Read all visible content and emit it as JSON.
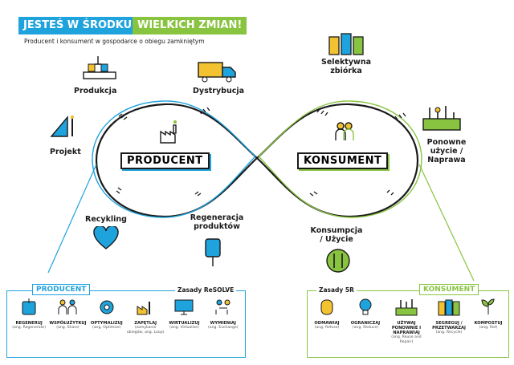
{
  "header": {
    "part1": "JESTEŚ W ŚRODKU",
    "part2": "WIELKICH ZMIAN!"
  },
  "subtitle": "Producent i konsument w gospodarce o obiegu zamkniętym",
  "loop": {
    "left_box": "PRODUCENT",
    "right_box": "KONSUMENT",
    "left_steps": {
      "produkcja": "Produkcja",
      "dystrybucja": "Dystrybucja",
      "projekt": "Projekt",
      "recykling": "Recykling",
      "regeneracja": "Regeneracja produktów"
    },
    "right_steps": {
      "zbiorka": "Selektywna zbiórka",
      "ponowne": "Ponowne użycie / Naprawa",
      "konsumpcja": "Konsumpcja / Użycie"
    }
  },
  "left_panel": {
    "tag": "PRODUCENT",
    "title": "Zasady ReSOLVE",
    "items": [
      {
        "name": "REGENERUJ",
        "note": "(ang. Regenerate)"
      },
      {
        "name": "WSPÓŁUŻYTKUJ",
        "note": "(ang. Share)"
      },
      {
        "name": "OPTYMALIZUJ",
        "note": "(ang. Optimise)"
      },
      {
        "name": "ZAPĘTLAJ",
        "note": "(zamykanie obiegów, ang. Loop)"
      },
      {
        "name": "WIRTUALIZUJ",
        "note": "(ang. Virtualise)"
      },
      {
        "name": "WYMIENIAJ",
        "note": "(ang. Exchange)"
      }
    ]
  },
  "right_panel": {
    "tag": "KONSUMENT",
    "title": "Zasady 5R",
    "items": [
      {
        "name": "ODMAWIAJ",
        "note": "(ang. Refuse)"
      },
      {
        "name": "OGRANICZAJ",
        "note": "(ang. Reduce)"
      },
      {
        "name": "UŻYWAJ PONOWNIE I NAPRAWIAJ",
        "note": "(ang. Reuse and Repair)"
      },
      {
        "name": "SEGREGUJ / PRZETWARZAJ",
        "note": "(ang. Recycle)"
      },
      {
        "name": "KOMPOSTUJ",
        "note": "(ang. Rot)"
      }
    ]
  },
  "colors": {
    "blue": "#1fa3dd",
    "green": "#88c440",
    "dark": "#1a1a1a"
  }
}
